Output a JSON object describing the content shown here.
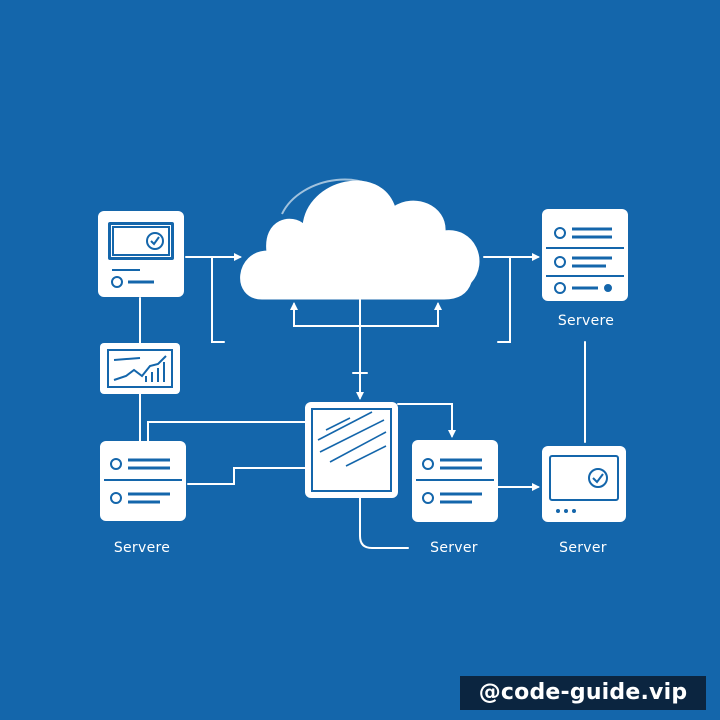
{
  "colors": {
    "background": "#1466ab",
    "stroke": "#ffffff",
    "node_fill": "#ffffff",
    "node_inner": "#1466ab",
    "watermark_bg": "#0b2540"
  },
  "nodes": {
    "monitor_top_left": {
      "icon": "monitor-check-icon"
    },
    "chart_panel": {
      "icon": "chart-icon"
    },
    "server_top_right": {
      "icon": "server-icon",
      "label": "Servere"
    },
    "server_bottom_left": {
      "icon": "server-icon",
      "label": "Servere"
    },
    "central_panel": {
      "icon": "hatched-panel-icon"
    },
    "server_bottom_mid": {
      "icon": "server-icon",
      "label": "Server"
    },
    "monitor_bottom_right": {
      "icon": "monitor-check-icon",
      "label": "Server"
    },
    "cloud": {
      "icon": "cloud-icon"
    }
  },
  "watermark": {
    "text": "@code-guide.vip"
  }
}
